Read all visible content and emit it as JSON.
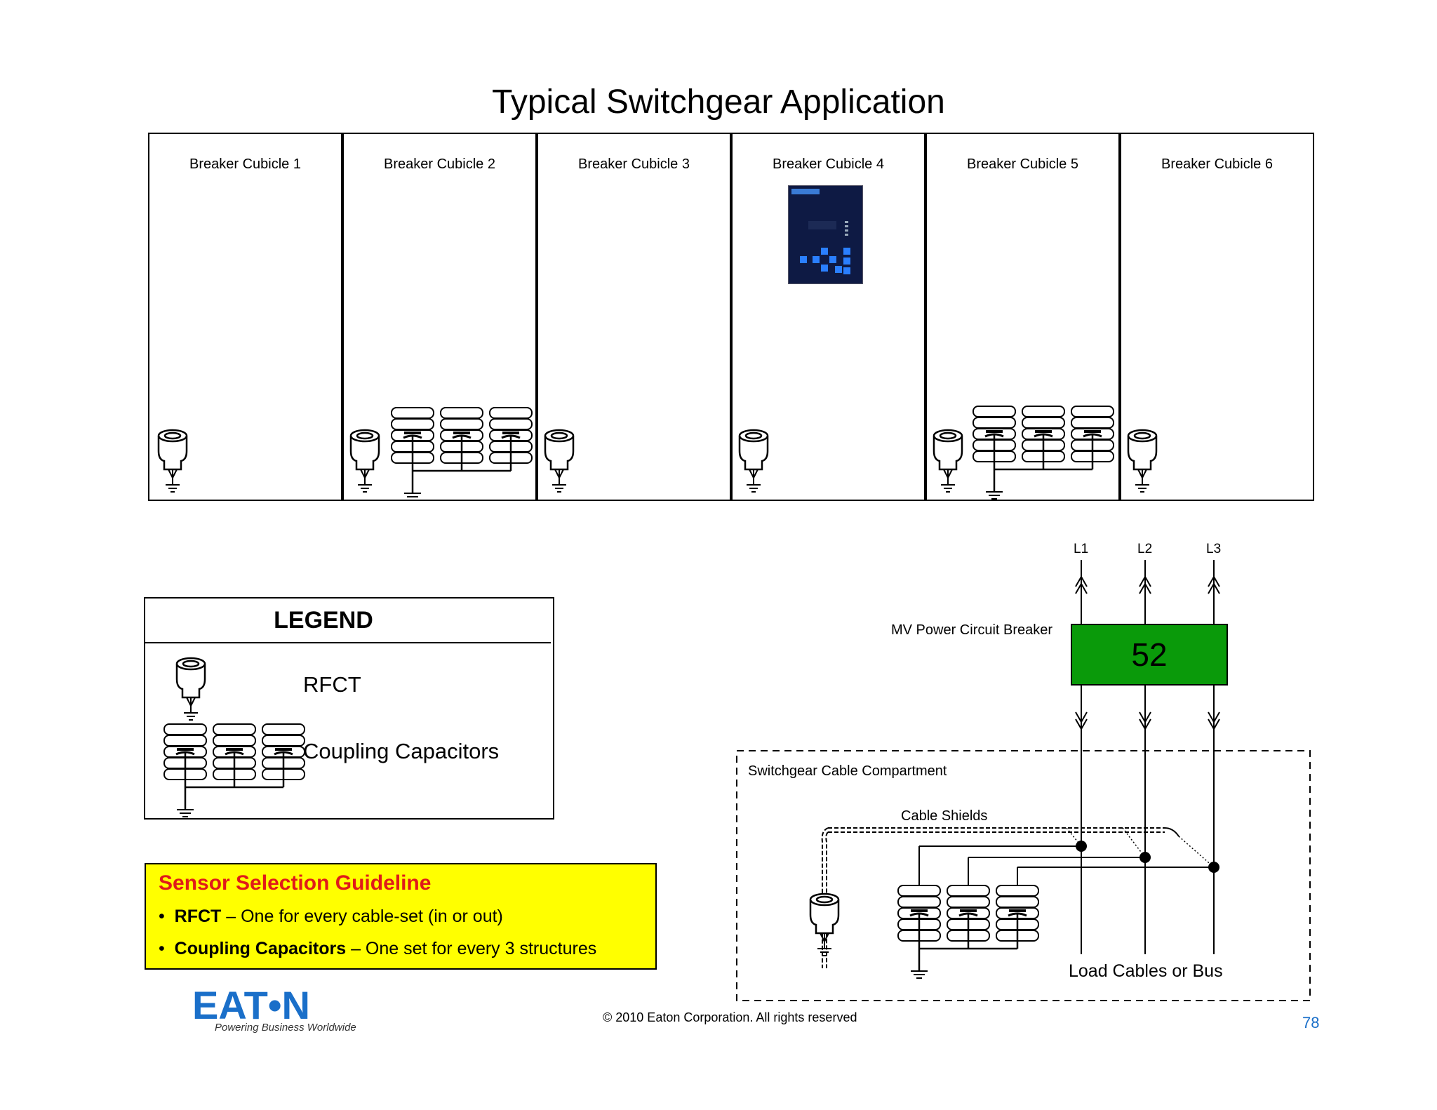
{
  "title": "Typical Switchgear Application",
  "cubicles": [
    {
      "label": "Breaker Cubicle 1"
    },
    {
      "label": "Breaker Cubicle 2"
    },
    {
      "label": "Breaker Cubicle 3"
    },
    {
      "label": "Breaker Cubicle 4"
    },
    {
      "label": "Breaker Cubicle 5"
    },
    {
      "label": "Breaker Cubicle 6"
    }
  ],
  "legend": {
    "title": "LEGEND",
    "rfct": "RFCT",
    "coupling_capacitors": "Coupling Capacitors"
  },
  "guideline": {
    "title": "Sensor Selection Guideline",
    "items": [
      {
        "term": "RFCT",
        "text": "– One for every cable-set (in or out)"
      },
      {
        "term": "Coupling Capacitors",
        "text": "– One set for every 3 structures"
      }
    ]
  },
  "circuit": {
    "breaker_label": "MV Power Circuit Breaker",
    "breaker_number": "52",
    "phases": [
      "L1",
      "L2",
      "L3"
    ],
    "compartment_label": "Switchgear Cable Compartment",
    "cable_shields_label": "Cable Shields",
    "load_label": "Load Cables or Bus"
  },
  "footer": {
    "copyright": "© 2010 Eaton Corporation. All rights reserved",
    "page_number": "78",
    "logo_text": "EAT•N",
    "tagline": "Powering Business Worldwide"
  },
  "colors": {
    "breaker_fill": "#0a9a0a",
    "guideline_fill": "#ffff00",
    "guideline_title": "#e01a1a",
    "page_number": "#1a6fc9",
    "logo": "#1a6fc9"
  }
}
